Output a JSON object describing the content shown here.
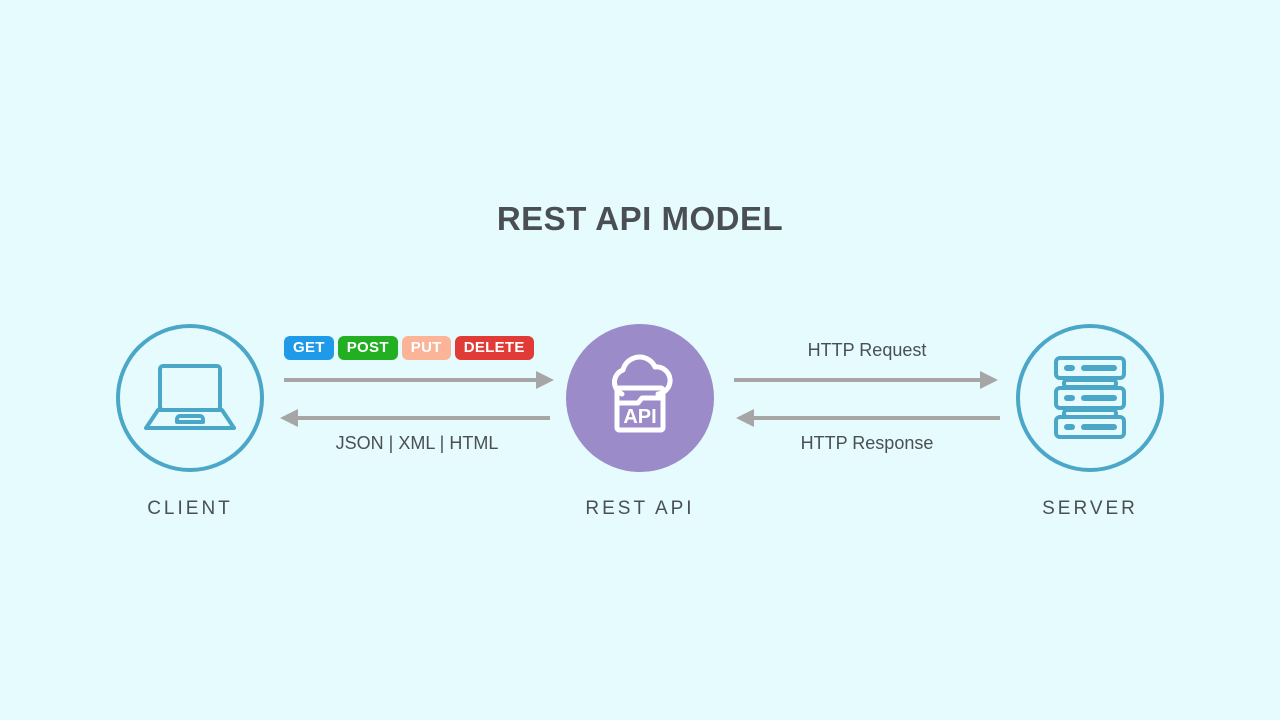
{
  "page": {
    "title": "REST API MODEL",
    "background_color": "#e6fbfd",
    "text_color": "#4a4f56"
  },
  "colors": {
    "accent_teal": "#4ba7c7",
    "accent_purple": "#9b8bc9",
    "arrow_gray": "#a6a6a6",
    "icon_white": "#ffffff"
  },
  "nodes": [
    {
      "id": "client",
      "label": "CLIENT",
      "icon": "laptop-icon",
      "style": "ring",
      "color": "#4ba7c7"
    },
    {
      "id": "rest-api",
      "label": "REST API",
      "icon": "api-cloud-icon",
      "style": "filled",
      "color": "#9b8bc9"
    },
    {
      "id": "server",
      "label": "SERVER",
      "icon": "server-rack-icon",
      "style": "ring",
      "color": "#4ba7c7"
    }
  ],
  "methods": [
    {
      "label": "GET",
      "background": "#1e9ae8",
      "text_color": "#ffffff"
    },
    {
      "label": "POST",
      "background": "#22b022",
      "text_color": "#ffffff"
    },
    {
      "label": "PUT",
      "background": "#fbb498",
      "text_color": "#ffffff"
    },
    {
      "label": "DELETE",
      "background": "#e03b36",
      "text_color": "#ffffff"
    }
  ],
  "flows": {
    "client_to_api": {
      "outbound_label": "",
      "inbound_label": "JSON | XML | HTML",
      "outbound_direction": "right",
      "inbound_direction": "left"
    },
    "api_to_server": {
      "outbound_label": "HTTP Request",
      "inbound_label": "HTTP Response",
      "outbound_direction": "right",
      "inbound_direction": "left"
    }
  }
}
